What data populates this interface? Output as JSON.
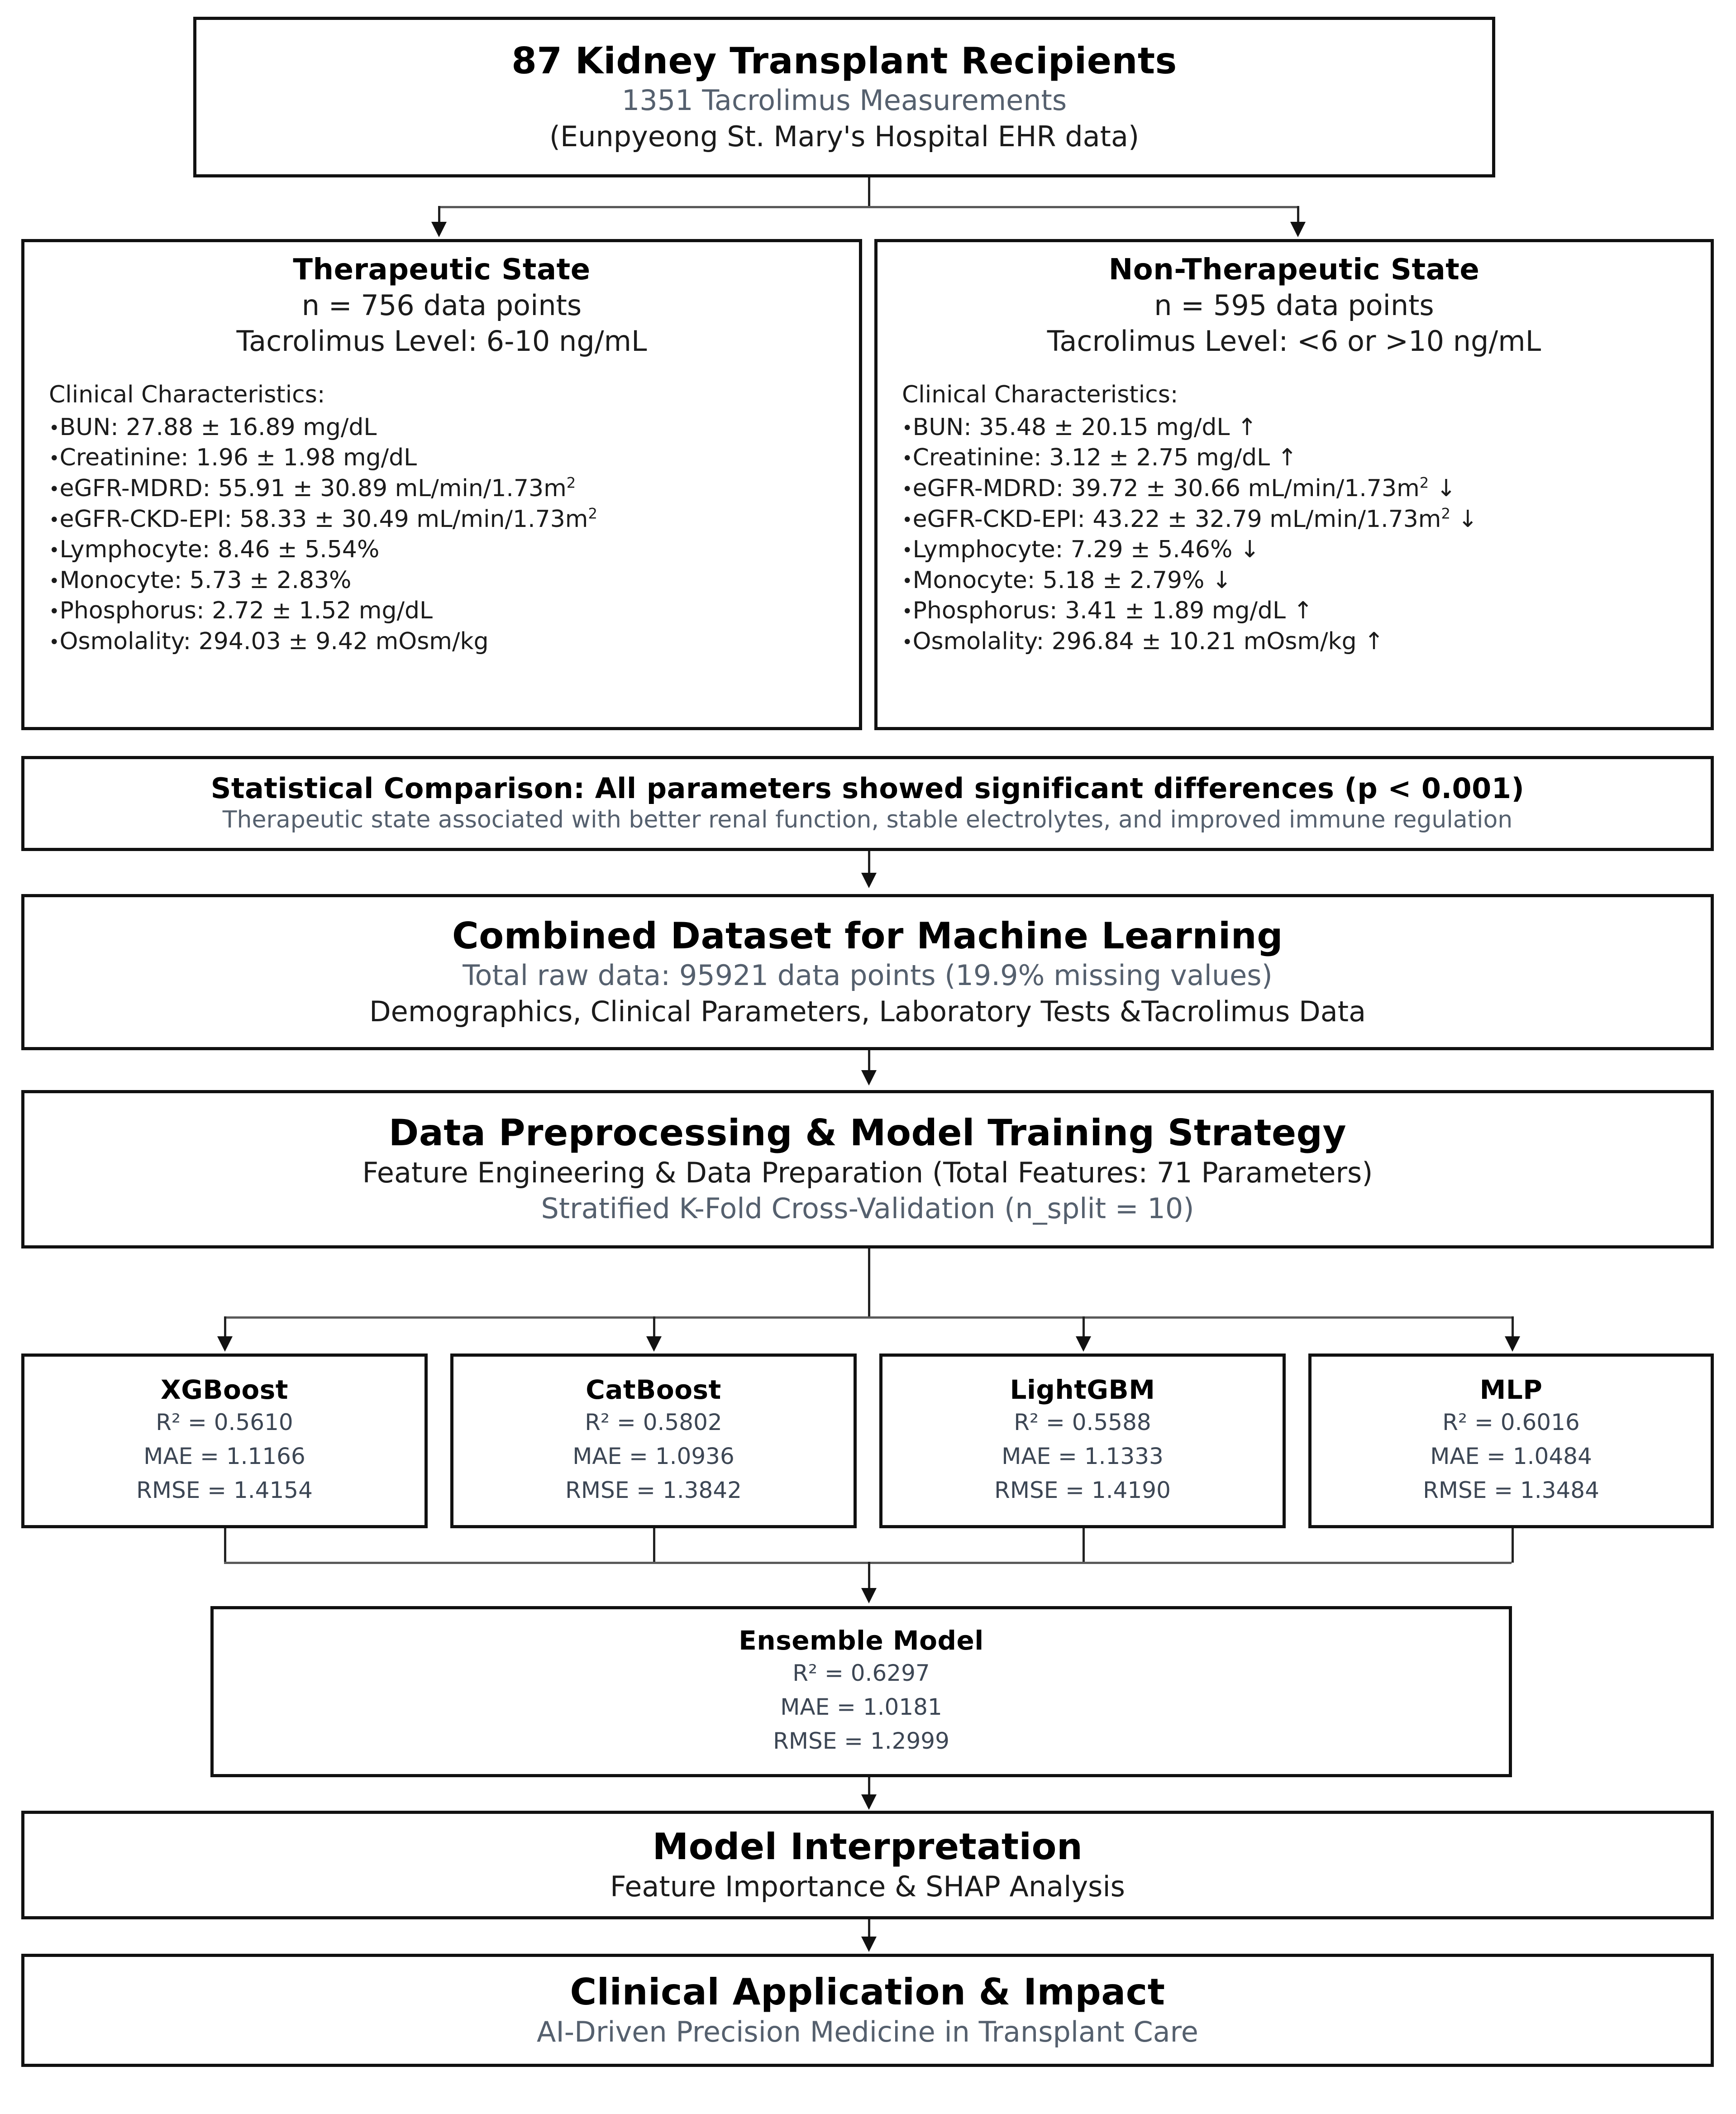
{
  "flowchart": {
    "title": "Kidney Transplant Tacrolimus Machine Learning Study Flowchart",
    "accent_text_color": "#55606e",
    "line_color": "#5a5a5a",
    "border_color": "#111111"
  },
  "cohort": {
    "title": "87 Kidney Transplant Recipients",
    "sub1": "1351 Tacrolimus Measurements",
    "sub2": "(Eunpyeong St. Mary's Hospital EHR data)"
  },
  "therapeutic": {
    "title": "Therapeutic State",
    "n_line": "n = 756 data points",
    "level_line": "Tacrolimus Level: 6-10 ng/mL",
    "clin_header": "Clinical Characteristics:",
    "clin_items": [
      {
        "label": "BUN",
        "value": "27.88 ± 16.89 mg/dL",
        "sup": "",
        "trend": ""
      },
      {
        "label": "Creatinine",
        "value": "1.96 ± 1.98 mg/dL",
        "sup": "",
        "trend": ""
      },
      {
        "label": "eGFR-MDRD",
        "value": "55.91 ± 30.89 mL/min/1.73m",
        "sup": "2",
        "trend": ""
      },
      {
        "label": "eGFR-CKD-EPI",
        "value": "58.33 ± 30.49 mL/min/1.73m",
        "sup": "2",
        "trend": ""
      },
      {
        "label": "Lymphocyte",
        "value": "8.46 ± 5.54%",
        "sup": "",
        "trend": ""
      },
      {
        "label": "Monocyte",
        "value": "5.73 ± 2.83%",
        "sup": "",
        "trend": ""
      },
      {
        "label": "Phosphorus",
        "value": "2.72 ± 1.52 mg/dL",
        "sup": "",
        "trend": ""
      },
      {
        "label": "Osmolality",
        "value": "294.03 ± 9.42 mOsm/kg",
        "sup": "",
        "trend": ""
      }
    ]
  },
  "non_therapeutic": {
    "title": "Non-Therapeutic State",
    "n_line": "n = 595 data points",
    "level_line": "Tacrolimus Level: <6 or >10 ng/mL",
    "clin_header": "Clinical Characteristics:",
    "clin_items": [
      {
        "label": "BUN",
        "value": "35.48 ± 20.15 mg/dL",
        "sup": "",
        "trend": "↑"
      },
      {
        "label": "Creatinine",
        "value": "3.12 ± 2.75 mg/dL",
        "sup": "",
        "trend": "↑"
      },
      {
        "label": "eGFR-MDRD",
        "value": "39.72 ± 30.66 mL/min/1.73m",
        "sup": "2",
        "trend": "↓"
      },
      {
        "label": "eGFR-CKD-EPI",
        "value": "43.22 ± 32.79 mL/min/1.73m",
        "sup": "2",
        "trend": "↓"
      },
      {
        "label": "Lymphocyte",
        "value": "7.29 ± 5.46%",
        "sup": "",
        "trend": "↓"
      },
      {
        "label": "Monocyte",
        "value": "5.18 ± 2.79%",
        "sup": "",
        "trend": "↓"
      },
      {
        "label": "Phosphorus",
        "value": "3.41 ± 1.89 mg/dL",
        "sup": "",
        "trend": "↑"
      },
      {
        "label": "Osmolality",
        "value": "296.84 ± 10.21 mOsm/kg",
        "sup": "",
        "trend": "↑"
      }
    ]
  },
  "statistical_comparison": {
    "title": "Statistical Comparison: All parameters showed significant differences (p < 0.001)",
    "sub": "Therapeutic state associated with better renal function, stable electrolytes, and improved immune regulation"
  },
  "combined_dataset": {
    "title": "Combined Dataset for Machine Learning",
    "sub1": "Total raw data: 95921 data points (19.9% missing values)",
    "sub2": "Demographics, Clinical Parameters, Laboratory Tests &Tacrolimus Data"
  },
  "preprocessing": {
    "title": "Data Preprocessing & Model Training Strategy",
    "sub1": "Feature Engineering & Data Preparation (Total Features: 71 Parameters)",
    "sub2": "Stratified K-Fold Cross-Validation (n_split = 10)"
  },
  "models": [
    {
      "name": "XGBoost",
      "r2": "R² = 0.5610",
      "mae": "MAE = 1.1166",
      "rmse": "RMSE = 1.4154"
    },
    {
      "name": "CatBoost",
      "r2": "R² = 0.5802",
      "mae": "MAE = 1.0936",
      "rmse": "RMSE = 1.3842"
    },
    {
      "name": "LightGBM",
      "r2": "R² = 0.5588",
      "mae": "MAE = 1.1333",
      "rmse": "RMSE = 1.4190"
    },
    {
      "name": "MLP",
      "r2": "R² = 0.6016",
      "mae": "MAE = 1.0484",
      "rmse": "RMSE = 1.3484"
    }
  ],
  "ensemble": {
    "title": "Ensemble Model",
    "r2": "R² = 0.6297",
    "mae": "MAE = 1.0181",
    "rmse": "RMSE = 1.2999"
  },
  "interpretation": {
    "title": "Model Interpretation",
    "sub": "Feature Importance & SHAP Analysis"
  },
  "clinical_application": {
    "title": "Clinical Application & Impact",
    "sub": "AI-Driven Precision Medicine in Transplant Care"
  }
}
